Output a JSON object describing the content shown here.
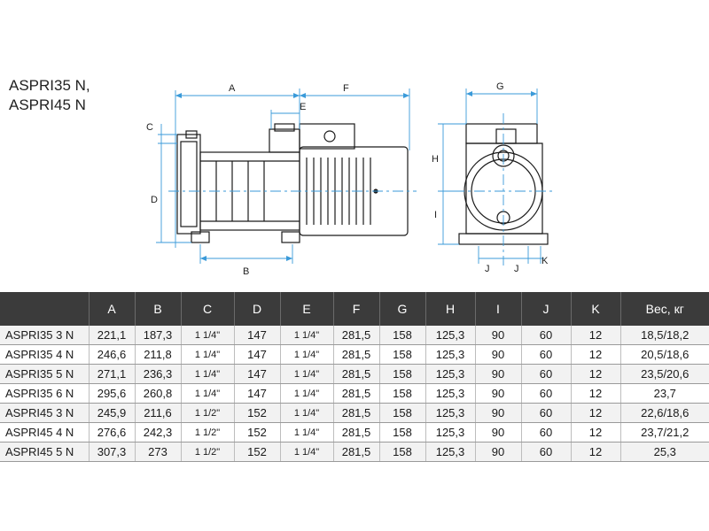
{
  "title_lines": [
    "ASPRI35 N,",
    "ASPRI45 N"
  ],
  "dimension_labels": {
    "A": "A",
    "B": "B",
    "C": "C",
    "D": "D",
    "E": "E",
    "F": "F",
    "G": "G",
    "H": "H",
    "I": "I",
    "J1": "J",
    "J2": "J",
    "K": "K"
  },
  "colors": {
    "dimension_line": "#3a9ad9",
    "outline": "#1a1a1a",
    "table_header": "#3b3b3b"
  },
  "table": {
    "columns": [
      "",
      "A",
      "B",
      "C",
      "D",
      "E",
      "F",
      "G",
      "H",
      "I",
      "J",
      "K",
      "Вес, кг"
    ],
    "rows": [
      [
        "ASPRI35 3 N",
        "221,1",
        "187,3",
        "1 1/4\"",
        "147",
        "1 1/4\"",
        "281,5",
        "158",
        "125,3",
        "90",
        "60",
        "12",
        "18,5/18,2"
      ],
      [
        "ASPRI35 4 N",
        "246,6",
        "211,8",
        "1 1/4\"",
        "147",
        "1 1/4\"",
        "281,5",
        "158",
        "125,3",
        "90",
        "60",
        "12",
        "20,5/18,6"
      ],
      [
        "ASPRI35 5 N",
        "271,1",
        "236,3",
        "1 1/4\"",
        "147",
        "1 1/4\"",
        "281,5",
        "158",
        "125,3",
        "90",
        "60",
        "12",
        "23,5/20,6"
      ],
      [
        "ASPRI35 6 N",
        "295,6",
        "260,8",
        "1 1/4\"",
        "147",
        "1 1/4\"",
        "281,5",
        "158",
        "125,3",
        "90",
        "60",
        "12",
        "23,7"
      ],
      [
        "ASPRI45 3 N",
        "245,9",
        "211,6",
        "1 1/2\"",
        "152",
        "1 1/4\"",
        "281,5",
        "158",
        "125,3",
        "90",
        "60",
        "12",
        "22,6/18,6"
      ],
      [
        "ASPRI45 4 N",
        "276,6",
        "242,3",
        "1 1/2\"",
        "152",
        "1 1/4\"",
        "281,5",
        "158",
        "125,3",
        "90",
        "60",
        "12",
        "23,7/21,2"
      ],
      [
        "ASPRI45 5 N",
        "307,3",
        "273",
        "1 1/2\"",
        "152",
        "1 1/4\"",
        "281,5",
        "158",
        "125,3",
        "90",
        "60",
        "12",
        "25,3"
      ]
    ]
  }
}
